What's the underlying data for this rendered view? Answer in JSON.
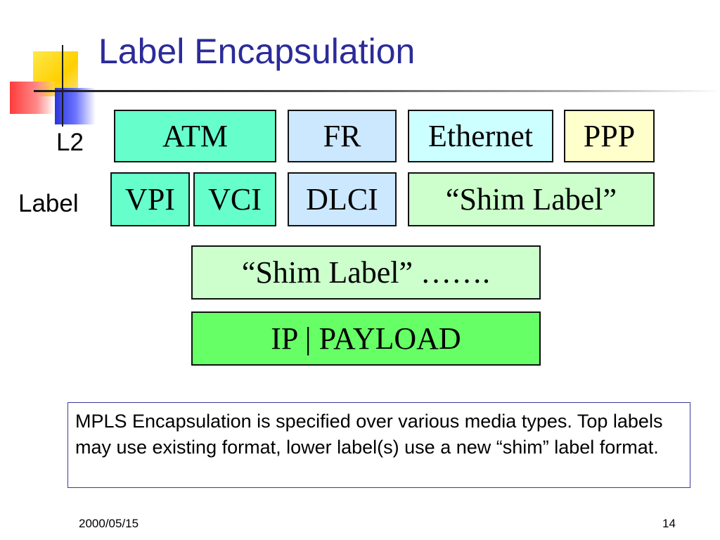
{
  "slide": {
    "title": "Label Encapsulation",
    "row_labels": {
      "l2": "L2",
      "label": "Label"
    },
    "boxes": {
      "atm": "ATM",
      "fr": "FR",
      "ethernet": "Ethernet",
      "ppp": "PPP",
      "vpi": "VPI",
      "vci": "VCI",
      "dlci": "DLCI",
      "shim_label": "“Shim Label”",
      "shim_label_stack": "“Shim Label” …….",
      "ip_payload": "IP | PAYLOAD"
    },
    "caption": "MPLS Encapsulation is specified over various media types. Top labels may use existing format, lower label(s) use a new “shim” label format.",
    "footer": {
      "date": "2000/05/15",
      "page_number": "14"
    }
  },
  "colors": {
    "title": "#2b2b9a",
    "atm_green": "#66ffcc",
    "light_blue": "#cce8ff",
    "pale_cyan": "#ccffff",
    "pale_yellow": "#ffffcc",
    "pale_green": "#ccffcc",
    "bright_green": "#66ff66"
  }
}
